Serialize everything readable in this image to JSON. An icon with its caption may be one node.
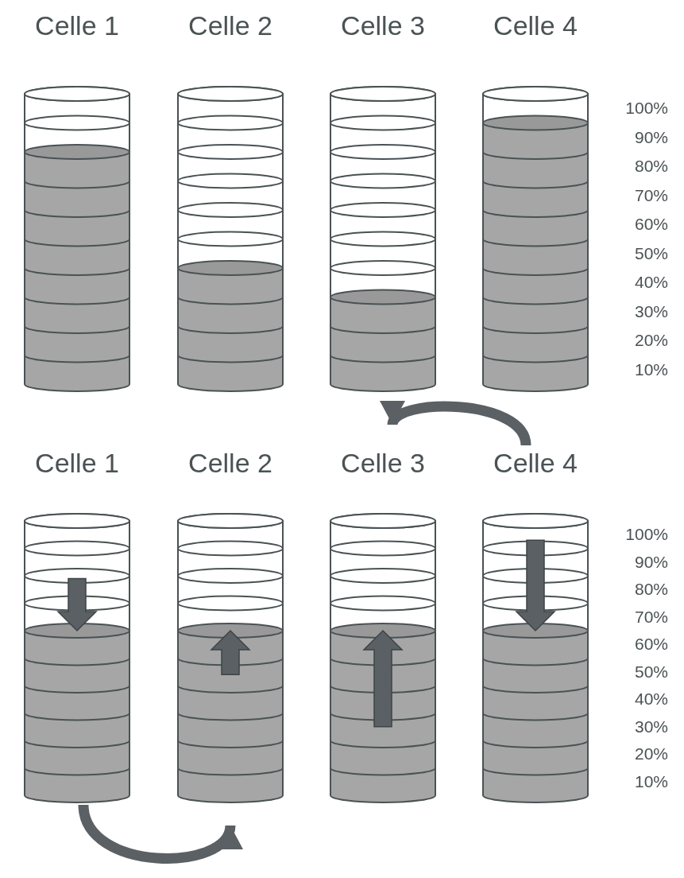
{
  "diagram": {
    "nodes": [
      {
        "text": [
          "Celle 1"
        ]
      },
      {
        "text": [
          "Celle 2"
        ]
      },
      {
        "text": [
          "Celle 3"
        ]
      },
      {
        "text": [
          "Celle 4"
        ]
      },
      {
        "text": [
          "Celle 1"
        ]
      },
      {
        "text": [
          "Celle 2"
        ]
      },
      {
        "text": [
          "Celle 3"
        ]
      },
      {
        "text": [
          "Celle 4"
        ]
      }
    ],
    "edges": [
      {
        "from": 4,
        "to": 5,
        "arrow": "to"
      },
      {
        "from": 7,
        "to": 6,
        "arrow": "to"
      }
    ],
    "labels": [
      "100%",
      "90%",
      "80%",
      "70%",
      "60%",
      "50%",
      "40%",
      "30%",
      "20%",
      "10%",
      "100%",
      "90%",
      "80%",
      "70%",
      "60%",
      "50%",
      "40%",
      "30%",
      "20%",
      "10%"
    ]
  }
}
